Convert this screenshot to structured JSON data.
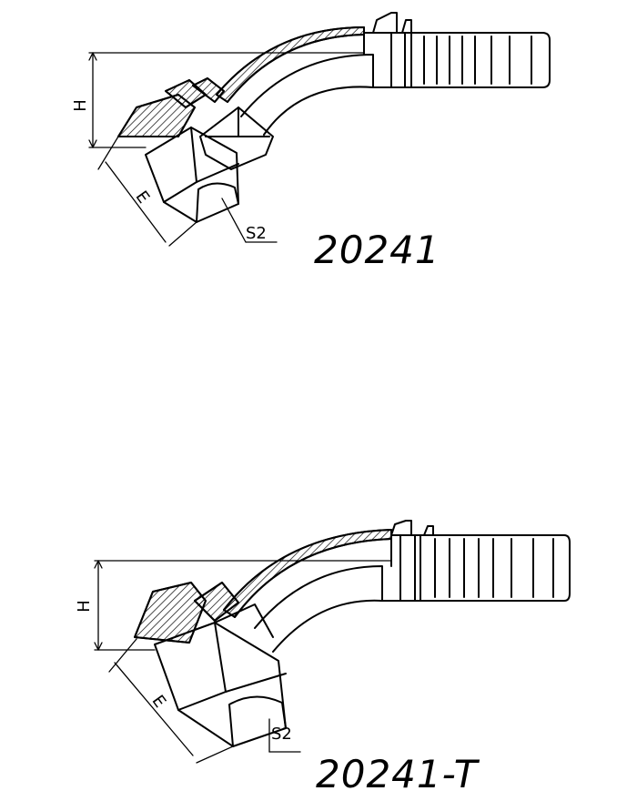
{
  "figures": [
    {
      "part_number": "20241",
      "dim_height": "H",
      "dim_hex": "E",
      "dim_hex2": "S2"
    },
    {
      "part_number": "20241-T",
      "dim_height": "H",
      "dim_hex": "E",
      "dim_hex2": "S2"
    }
  ],
  "colors": {
    "line": "#000000",
    "background": "#ffffff"
  }
}
